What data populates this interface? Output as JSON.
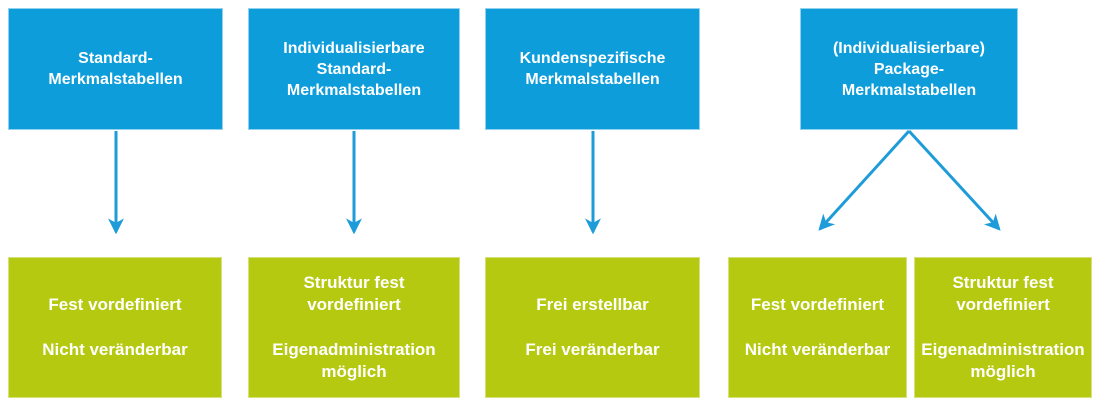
{
  "colors": {
    "box-blue": "#0D9DDA",
    "box-green": "#B4C90F",
    "arrow": "#1E9CD9",
    "text": "#FFFFFF"
  },
  "top_boxes": [
    {
      "lines": [
        "Standard-",
        "Merkmalstabellen"
      ]
    },
    {
      "lines": [
        "Individualisierbare",
        "Standard-",
        "Merkmalstabellen"
      ]
    },
    {
      "lines": [
        "Kundenspezifische",
        "Merkmalstabellen"
      ]
    },
    {
      "lines": [
        "(Individualisierbare)",
        "Package-",
        "Merkmalstabellen"
      ]
    }
  ],
  "bottom_boxes": [
    {
      "paragraphs": [
        [
          "Fest vordefiniert"
        ],
        [
          "Nicht veränderbar"
        ]
      ]
    },
    {
      "paragraphs": [
        [
          "Struktur fest",
          "vordefiniert"
        ],
        [
          "Eigenadministration",
          "möglich"
        ]
      ]
    },
    {
      "paragraphs": [
        [
          "Frei erstellbar"
        ],
        [
          "Frei veränderbar"
        ]
      ]
    },
    {
      "paragraphs": [
        [
          "Fest vordefiniert"
        ],
        [
          "Nicht veränderbar"
        ]
      ]
    },
    {
      "paragraphs": [
        [
          "Struktur fest",
          "vordefiniert"
        ],
        [
          "Eigenadministration",
          "möglich"
        ]
      ]
    }
  ]
}
